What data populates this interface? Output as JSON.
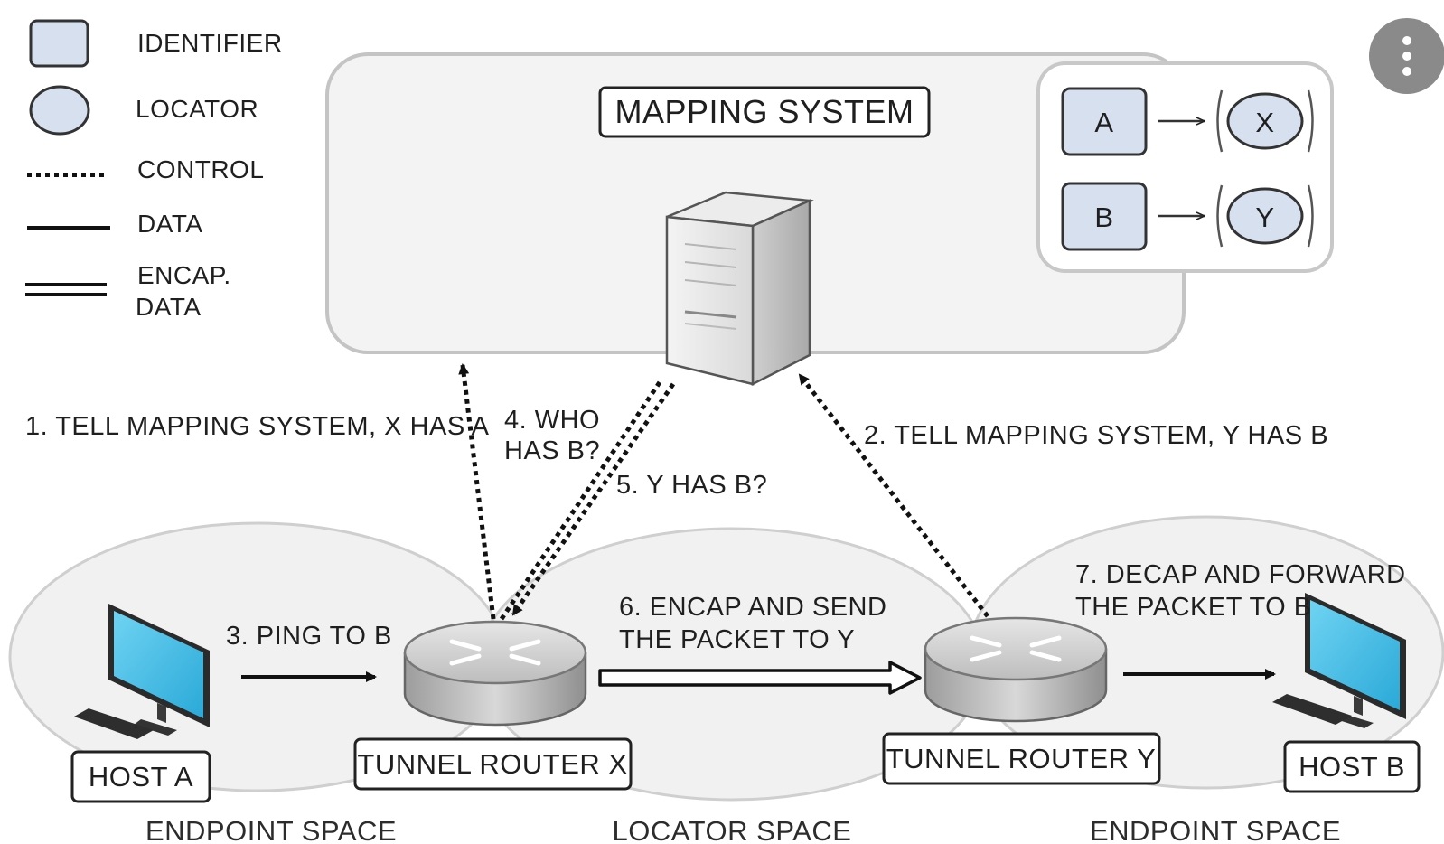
{
  "legend": {
    "identifier": "IDENTIFIER",
    "locator": "LOCATOR",
    "control": "CONTROL",
    "data": "DATA",
    "encap_line1": "ENCAP.",
    "encap_line2": "DATA"
  },
  "mapping_system": {
    "title": "MAPPING SYSTEM",
    "table": [
      {
        "identifier": "A",
        "locator": "X"
      },
      {
        "identifier": "B",
        "locator": "Y"
      }
    ]
  },
  "steps": {
    "step1": "1. TELL MAPPING SYSTEM, X HAS A",
    "step2": "2. TELL MAPPING SYSTEM, Y HAS B",
    "step3": "3. PING TO B",
    "step4_line1": "4. WHO",
    "step4_line2": "HAS B?",
    "step5": "5. Y HAS B?",
    "step6_line1": "6. ENCAP AND SEND",
    "step6_line2": "THE PACKET TO Y",
    "step7_line1": "7. DECAP AND FORWARD",
    "step7_line2": "THE PACKET TO B"
  },
  "nodes": {
    "host_a": "HOST A",
    "host_b": "HOST B",
    "router_x": "TUNNEL ROUTER X",
    "router_y": "TUNNEL ROUTER Y"
  },
  "spaces": {
    "left": "ENDPOINT SPACE",
    "middle": "LOCATOR SPACE",
    "right": "ENDPOINT SPACE"
  },
  "colors": {
    "identifier_fill": "#d6e0ef",
    "locator_fill": "#d6e0ef",
    "cloud_fill": "#f2f2f2",
    "screen_blue": "#4fc3ea",
    "overflow_button": "#8a8a8a"
  },
  "overflow_button_icon": "vertical-ellipsis-icon"
}
